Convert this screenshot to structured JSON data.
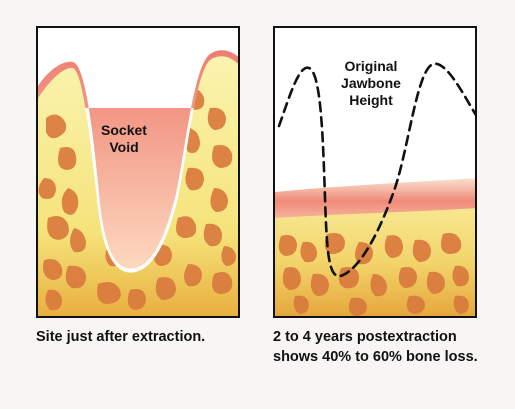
{
  "panels": [
    {
      "label_lines": [
        "Socket",
        "Void"
      ],
      "caption_lines": [
        "Site just after extraction."
      ]
    },
    {
      "label_lines": [
        "Original",
        "Jawbone",
        "Height"
      ],
      "caption_lines": [
        "2 to 4 years postextraction",
        "shows 40% to 60% bone loss."
      ]
    }
  ],
  "colors": {
    "bone_light": "#f8f1a2",
    "bone_dark": "#e7b23f",
    "gum_pink": "#f1897a",
    "gum_light": "#fbd7c4",
    "marrow": "#d8743b",
    "outline": "#111111"
  }
}
